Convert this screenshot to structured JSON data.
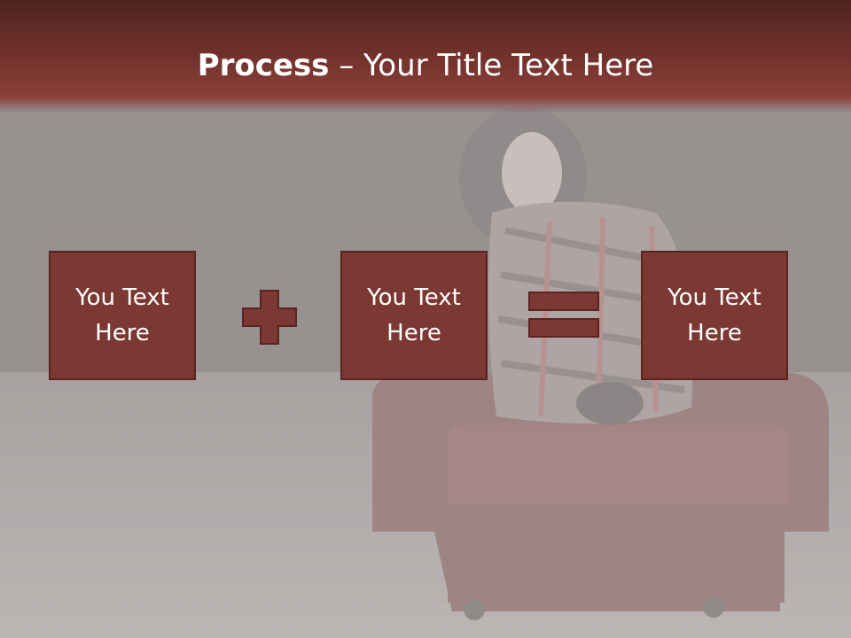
{
  "title": {
    "bold": "Process",
    "rest": " – Your Title Text Here"
  },
  "boxes": [
    {
      "text": "You Text Here"
    },
    {
      "text": "You Text Here"
    },
    {
      "text": "You Text Here"
    }
  ],
  "operators": [
    "plus-icon",
    "equals-icon"
  ],
  "colors": {
    "accent": "#7c3832",
    "title_bar": "#6f302a",
    "text": "#ffffff"
  }
}
